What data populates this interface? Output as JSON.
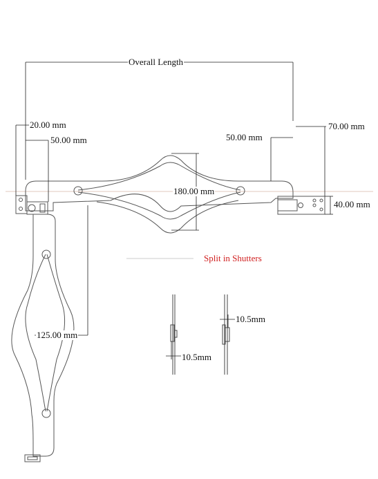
{
  "labels": {
    "overall_length": "Overall Length",
    "dim_20": "20.00 mm",
    "dim_50_left": "50.00 mm",
    "dim_50_right": "50.00 mm",
    "dim_70": "70.00 mm",
    "dim_180": "180.00 mm",
    "dim_40": "40.00 mm",
    "dim_125": "125.00 mm",
    "split_note": "Split in Shutters",
    "dim_10_5_a": "10.5mm",
    "dim_10_5_b": "10.5mm"
  },
  "colors": {
    "line": "#555555",
    "dim_line": "#222222",
    "note": "#d02020",
    "centerline": "#d8b8a8"
  }
}
